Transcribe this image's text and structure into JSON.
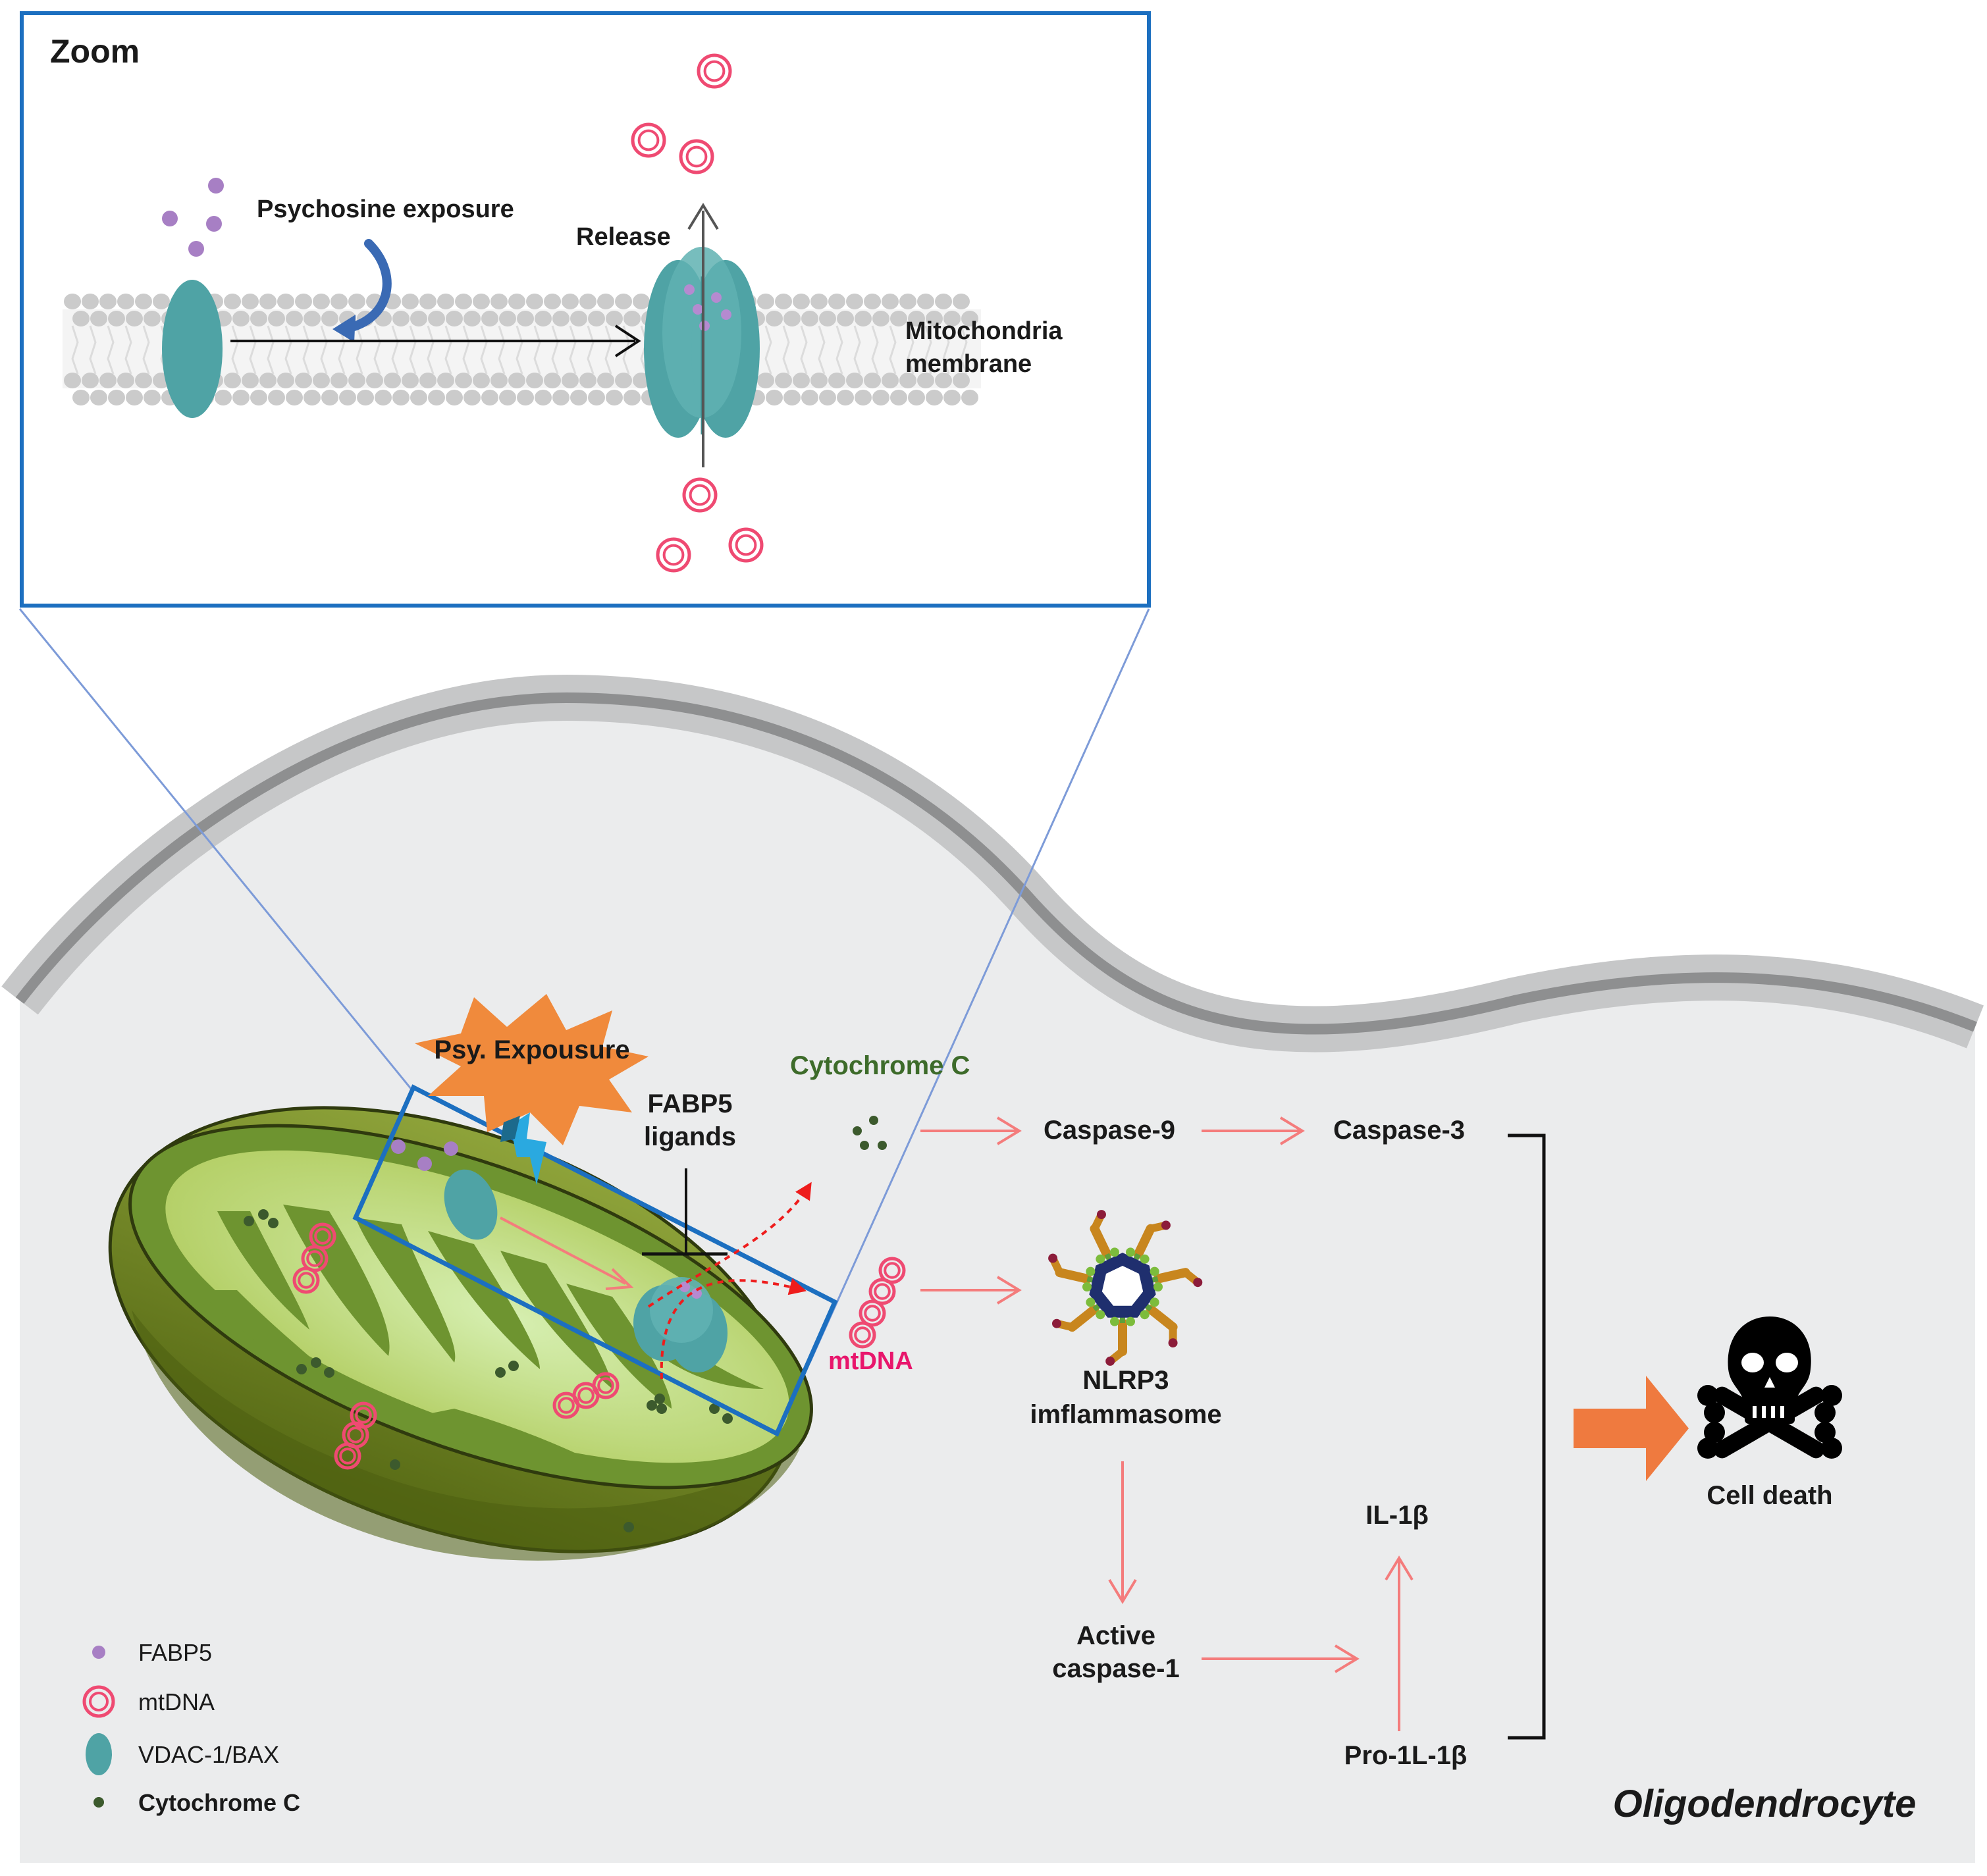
{
  "zoom": {
    "title": "Zoom",
    "psychosine_exposure": "Psychosine exposure",
    "release": "Release",
    "membrane_line1": "Mitochondria",
    "membrane_line2": "membrane"
  },
  "cell": {
    "psy_exposure": "Psy. Expousure",
    "fabp5_line1": "FABP5",
    "fabp5_line2": "ligands",
    "cytochrome_c": "Cytochrome C",
    "mtdna": "mtDNA",
    "caspase9": "Caspase-9",
    "caspase3": "Caspase-3",
    "nlrp3_line1": "NLRP3",
    "nlrp3_line2": "imflammasome",
    "active_caspase1_line1": "Active",
    "active_caspase1_line2": "caspase-1",
    "il1b": "IL-1β",
    "pro_il1b": "Pro-1L-1β",
    "cell_death": "Cell death",
    "cell_type": "Oligodendrocyte"
  },
  "legend": {
    "fabp5": "FABP5",
    "mtdna": "mtDNA",
    "vdac": "VDAC-1/BAX",
    "cytc": "Cytochrome C"
  },
  "colors": {
    "zoom_border": "#1c6fc0",
    "pathway_arrow": "#f47c7c",
    "fabp5_dot": "#a77fc4",
    "mtdna_ring": "#ef4a72",
    "vdac": "#4fa3a5",
    "cytochrome_dot": "#3c5a2d",
    "cytochrome_label": "#3d6b2a",
    "mtdna_label": "#e8166c",
    "burst": "#f08a3c",
    "cell_death_arrow": "#ef7a3f"
  }
}
